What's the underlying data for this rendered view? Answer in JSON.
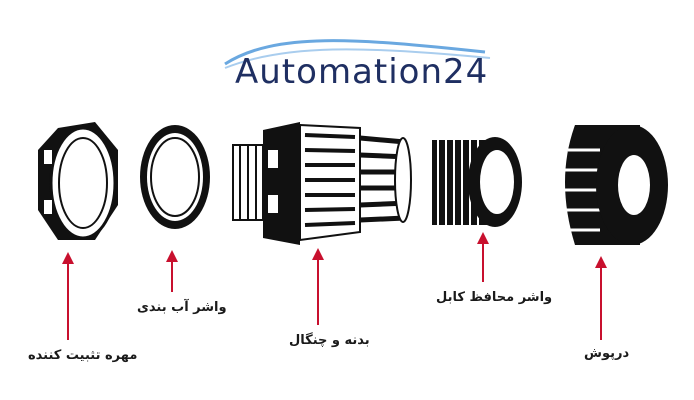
{
  "logo": {
    "brand": "Automation",
    "number": "24",
    "colors": {
      "text": "#1f2f62",
      "swoosh": "#6aa8e0"
    }
  },
  "parts": [
    {
      "id": "lock-nut",
      "label": "مهره تثبیت کننده",
      "icon": "hex-lock-nut"
    },
    {
      "id": "sealing-washer",
      "label": "واشر آب بندی",
      "icon": "flat-washer-ring"
    },
    {
      "id": "body-and-claw",
      "label": "بدنه و چنگال",
      "icon": "gland-body-with-claws"
    },
    {
      "id": "cable-seal",
      "label": "واشر محافظ کابل",
      "icon": "ribbed-cable-seal"
    },
    {
      "id": "dome-cap",
      "label": "درپوش",
      "icon": "domed-cap-nut"
    }
  ],
  "colors": {
    "arrow": "#c8102e",
    "ink": "#111111",
    "label": "#1a1a1a"
  }
}
